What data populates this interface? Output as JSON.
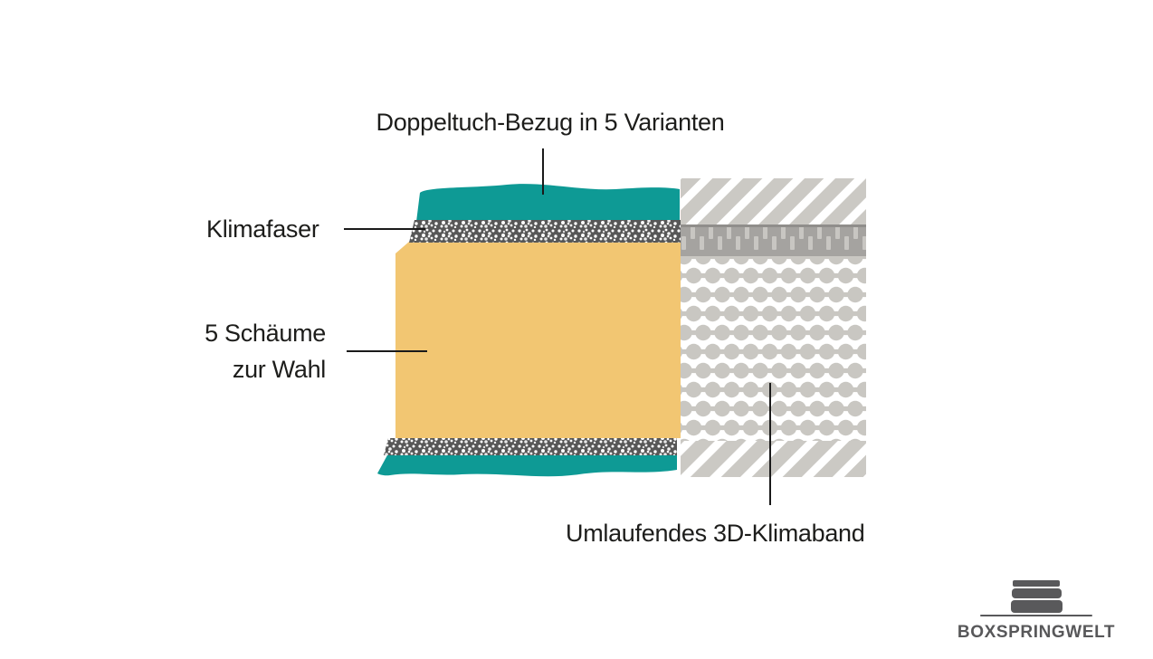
{
  "diagram": {
    "title_label": "Doppeltuch-Bezug in 5 Varianten",
    "klimafaser_label": "Klimafaser",
    "foam_label_line1": "5 Schäume",
    "foam_label_line2": "zur Wahl",
    "klimaband_label": "Umlaufendes 3D-Klimaband"
  },
  "logo": {
    "brand": "BOXSPRINGWELT"
  },
  "colors": {
    "cover_teal": "#0E9A95",
    "foam_yellow": "#F2C672",
    "speckle_dark": "#575757",
    "pattern_gray": "#CBC9C4",
    "band_gray": "#A5A3A0",
    "label_text": "#1D1D1B",
    "logo_gray": "#58585A"
  }
}
